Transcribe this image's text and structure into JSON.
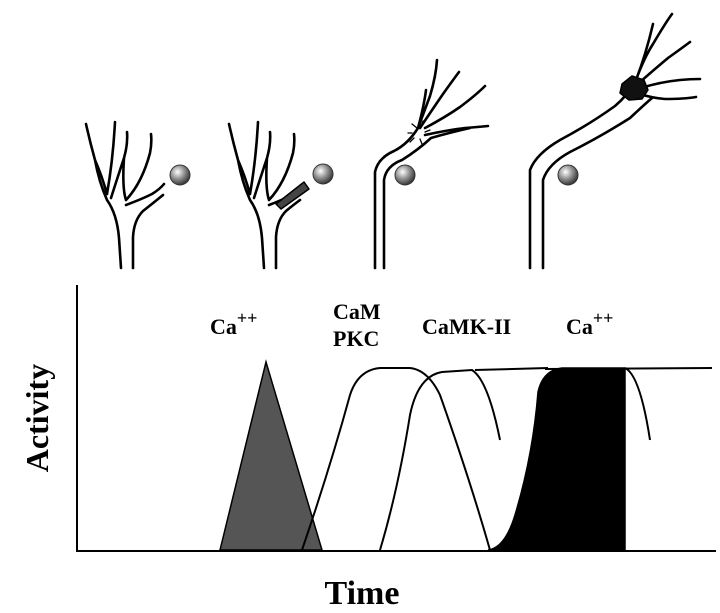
{
  "axes": {
    "ylabel": "Activity",
    "xlabel": "Time"
  },
  "labels": {
    "ca_first": "Ca",
    "ca_first_sup": "++",
    "cam": "CaM",
    "pkc": "PKC",
    "camk": "CaMK-II",
    "ca_second": "Ca",
    "ca_second_sup": "++"
  },
  "colors": {
    "ink": "#000000",
    "ca_peak_fill": "#555555",
    "sphere": "#8a8a8a",
    "final_fill": "#000000"
  }
}
